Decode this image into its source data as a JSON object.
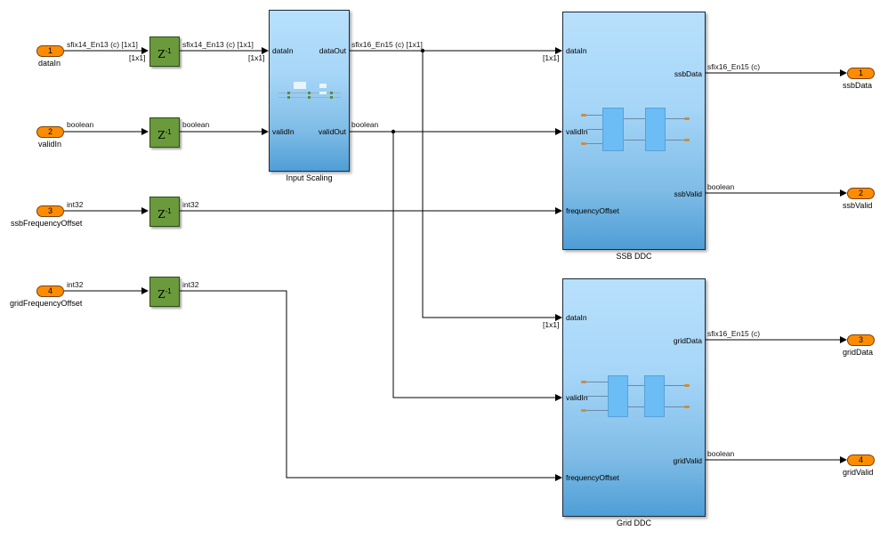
{
  "inports": [
    {
      "number": "1",
      "name": "dataIn",
      "signal": "sfix14_En13 (c) [1x1]",
      "dim": "[1x1]"
    },
    {
      "number": "2",
      "name": "validIn",
      "signal": "boolean"
    },
    {
      "number": "3",
      "name": "ssbFrequencyOffset",
      "signal": "int32"
    },
    {
      "number": "4",
      "name": "gridFrequencyOffset",
      "signal": "int32"
    }
  ],
  "delays": [
    {
      "label": "Z",
      "exponent": "-1",
      "out_signal": "sfix14_En13 (c) [1x1]",
      "out_dim": "[1x1]"
    },
    {
      "label": "Z",
      "exponent": "-1",
      "out_signal": "boolean"
    },
    {
      "label": "Z",
      "exponent": "-1",
      "out_signal": "int32"
    },
    {
      "label": "Z",
      "exponent": "-1",
      "out_signal": "int32"
    }
  ],
  "input_scaling": {
    "title": "Input Scaling",
    "inputs": [
      "dataIn",
      "validIn"
    ],
    "outputs": [
      "dataOut",
      "validOut"
    ],
    "out_signals": [
      "sfix16_En15 (c) [1x1]",
      "boolean"
    ]
  },
  "ssb_ddc": {
    "title": "SSB DDC",
    "inputs": [
      "dataIn",
      "validIn",
      "frequencyOffset"
    ],
    "outputs": [
      "ssbData",
      "ssbValid"
    ],
    "in_dim": "[1x1]",
    "out_signals": [
      "sfix16_En15 (c)",
      "boolean"
    ]
  },
  "grid_ddc": {
    "title": "Grid DDC",
    "inputs": [
      "dataIn",
      "validIn",
      "frequencyOffset"
    ],
    "outputs": [
      "gridData",
      "gridValid"
    ],
    "in_dim": "[1x1]",
    "out_signals": [
      "sfix16_En15 (c)",
      "boolean"
    ]
  },
  "outports": [
    {
      "number": "1",
      "name": "ssbData"
    },
    {
      "number": "2",
      "name": "ssbValid"
    },
    {
      "number": "3",
      "name": "gridData"
    },
    {
      "number": "4",
      "name": "gridValid"
    }
  ],
  "colors": {
    "port": "#ff8c00",
    "delay": "#6a9a3c",
    "subsystem_top": "#b8e0fc",
    "subsystem_bottom": "#4e9ed6",
    "wire": "#000000"
  }
}
